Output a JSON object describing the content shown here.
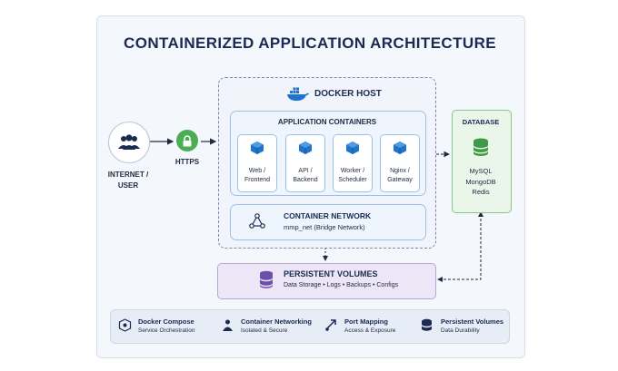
{
  "title": "CONTAINERIZED APPLICATION ARCHITECTURE",
  "internet": {
    "label_line1": "INTERNET /",
    "label_line2": "USER"
  },
  "https": {
    "label": "HTTPS"
  },
  "docker_host": {
    "label": "DOCKER HOST"
  },
  "app_containers": {
    "label": "APPLICATION CONTAINERS",
    "items": [
      {
        "line1": "Web /",
        "line2": "Frontend"
      },
      {
        "line1": "API /",
        "line2": "Backend"
      },
      {
        "line1": "Worker /",
        "line2": "Scheduler"
      },
      {
        "line1": "Nginx /",
        "line2": "Gateway"
      }
    ]
  },
  "network": {
    "label": "CONTAINER NETWORK",
    "detail": "mmp_net (Bridge Network)"
  },
  "volumes": {
    "label": "PERSISTENT VOLUMES",
    "items": [
      "Data Storage",
      "Logs",
      "Backups",
      "Configs"
    ]
  },
  "database": {
    "label": "DATABASE",
    "items": [
      "MySQL",
      "MongoDB",
      "Redis"
    ]
  },
  "footer": [
    {
      "icon": "docker-compose-icon",
      "title": "Docker Compose",
      "subtitle": "Service Orchestration"
    },
    {
      "icon": "container-networking-icon",
      "title": "Container Networking",
      "subtitle": "Isolated & Secure"
    },
    {
      "icon": "port-mapping-icon",
      "title": "Port Mapping",
      "subtitle": "Access & Exposure"
    },
    {
      "icon": "persistent-volumes-icon",
      "title": "Persistent Volumes",
      "subtitle": "Data Durability"
    }
  ],
  "colors": {
    "accent_blue": "#1f73c9",
    "https_green": "#4cae52",
    "volumes_purple": "#6b4fa8",
    "database_green": "#3e9a45",
    "title_navy": "#1a2a52"
  }
}
